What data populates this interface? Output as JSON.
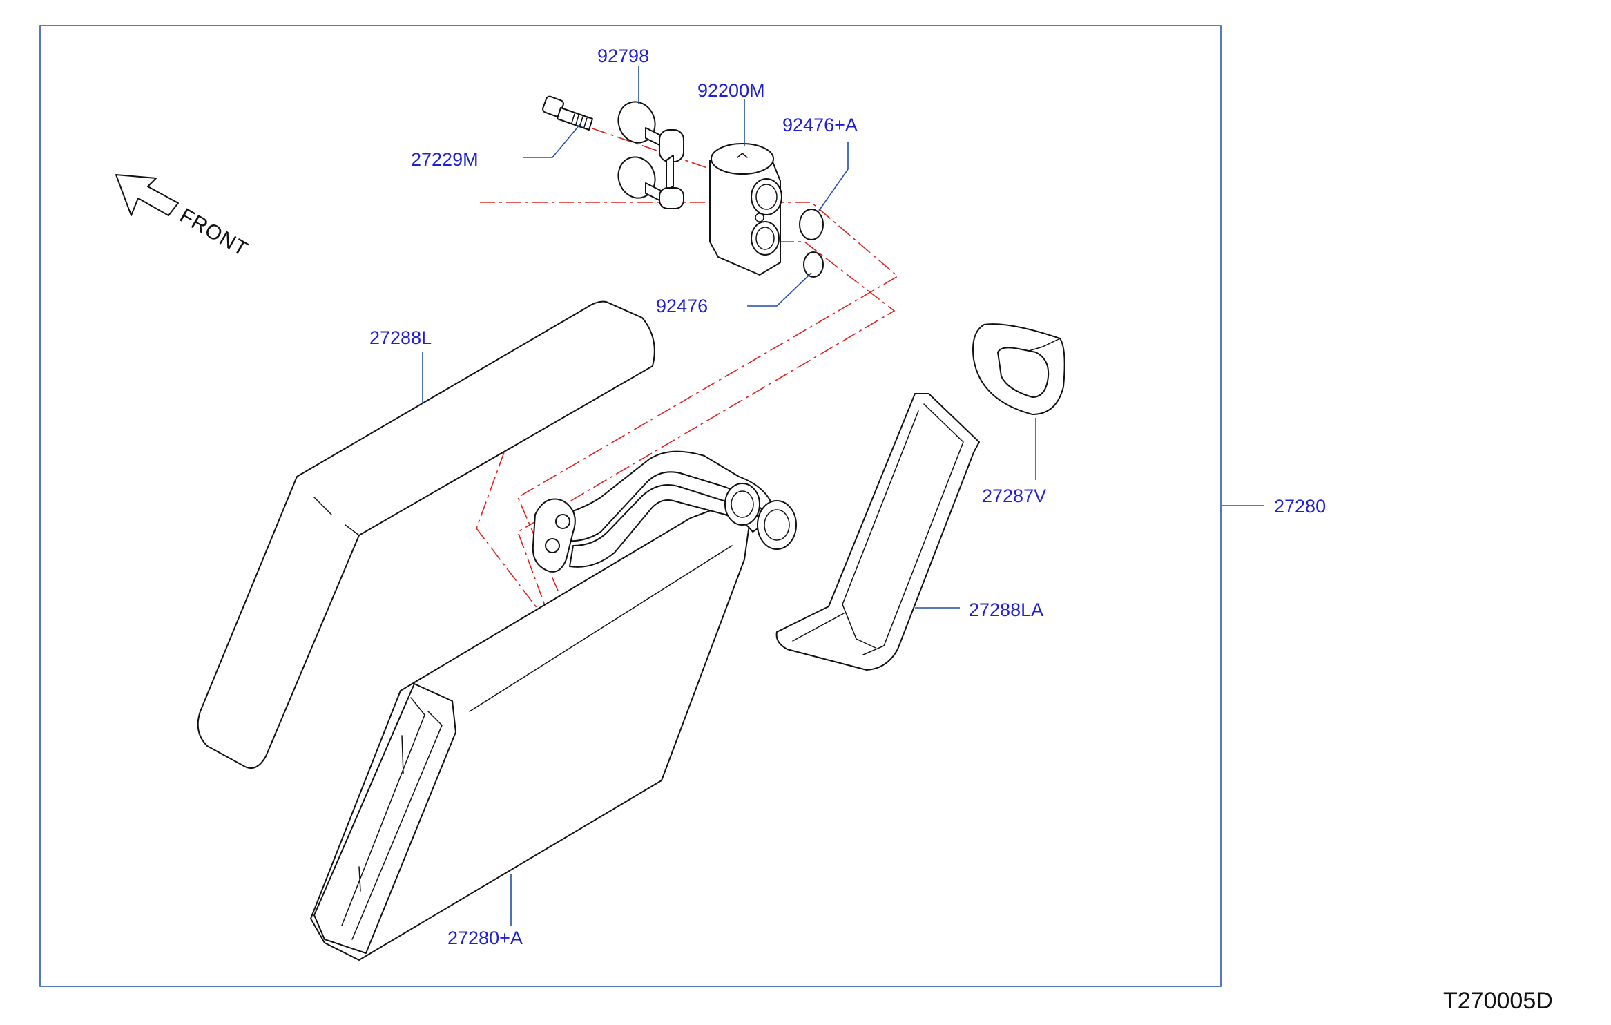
{
  "diagram": {
    "parts": [
      {
        "id": "92798",
        "label": "92798"
      },
      {
        "id": "92200M",
        "label": "92200M"
      },
      {
        "id": "92476A",
        "label": "92476+A"
      },
      {
        "id": "27229M",
        "label": "27229M"
      },
      {
        "id": "92476",
        "label": "92476"
      },
      {
        "id": "27288L",
        "label": "27288L"
      },
      {
        "id": "27287V",
        "label": "27287V"
      },
      {
        "id": "27280",
        "label": "27280"
      },
      {
        "id": "27288LA",
        "label": "27288LA"
      },
      {
        "id": "27280A",
        "label": "27280+A"
      }
    ],
    "front_label": "FRONT",
    "diagram_code": "T270005D",
    "colors": {
      "label": "#1f1fd6",
      "leader": "#1f4fa8",
      "frame": "#2a56b3",
      "centerline": "#e0201c",
      "outline": "#111111"
    }
  }
}
